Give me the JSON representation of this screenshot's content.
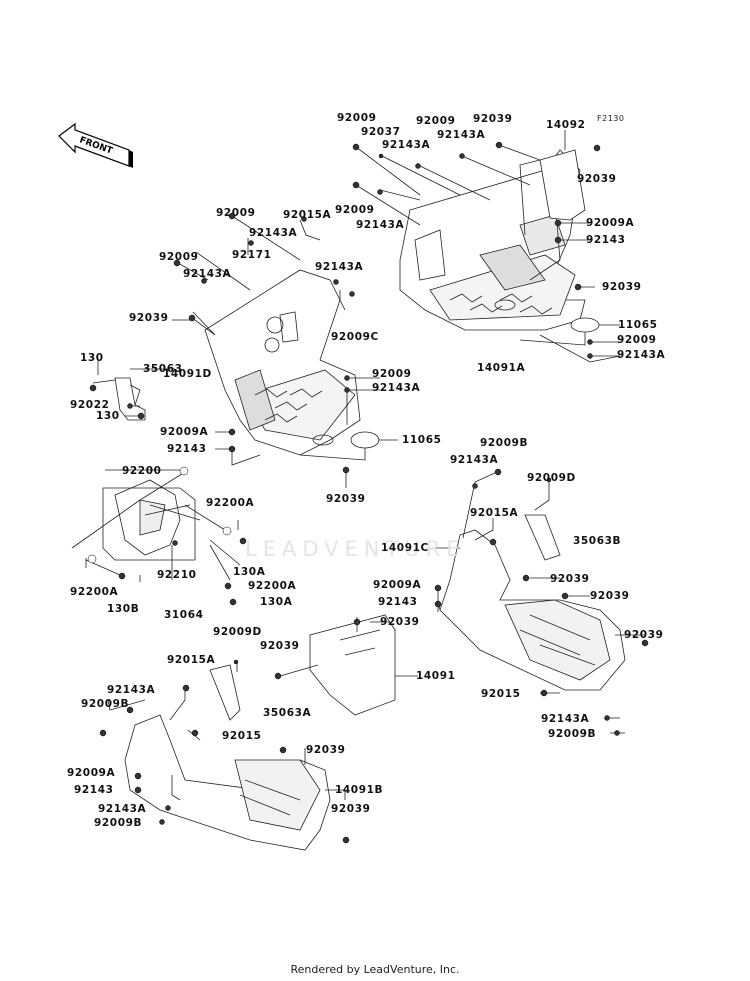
{
  "diagram": {
    "figure_code": "F2130",
    "front_indicator": "FRONT",
    "watermark": "LEADVENTURE",
    "footer": "Rendered by LeadVenture, Inc.",
    "labels": [
      {
        "id": "l1",
        "text": "92009"
      },
      {
        "id": "l2",
        "text": "92037"
      },
      {
        "id": "l3",
        "text": "92143A"
      },
      {
        "id": "l4",
        "text": "92009"
      },
      {
        "id": "l5",
        "text": "92143A"
      },
      {
        "id": "l6",
        "text": "92039"
      },
      {
        "id": "l7",
        "text": "92009"
      },
      {
        "id": "l8",
        "text": "92143A"
      },
      {
        "id": "l9",
        "text": "14092"
      },
      {
        "id": "l10",
        "text": "92039"
      },
      {
        "id": "l11",
        "text": "92009A"
      },
      {
        "id": "l12",
        "text": "92143"
      },
      {
        "id": "l13",
        "text": "92039"
      },
      {
        "id": "l14",
        "text": "11065"
      },
      {
        "id": "l15",
        "text": "92009"
      },
      {
        "id": "l16",
        "text": "92143A"
      },
      {
        "id": "l17",
        "text": "14091A"
      },
      {
        "id": "l18",
        "text": "92009"
      },
      {
        "id": "l19",
        "text": "92015A"
      },
      {
        "id": "l20",
        "text": "92143A"
      },
      {
        "id": "l21",
        "text": "92171"
      },
      {
        "id": "l22",
        "text": "92009"
      },
      {
        "id": "l23",
        "text": "92143A"
      },
      {
        "id": "l24",
        "text": "92143A"
      },
      {
        "id": "l25",
        "text": "92039"
      },
      {
        "id": "l26",
        "text": "92009C"
      },
      {
        "id": "l27",
        "text": "130"
      },
      {
        "id": "l28",
        "text": "35063"
      },
      {
        "id": "l29",
        "text": "14091D"
      },
      {
        "id": "l30",
        "text": "92009"
      },
      {
        "id": "l31",
        "text": "92143A"
      },
      {
        "id": "l32",
        "text": "92022"
      },
      {
        "id": "l33",
        "text": "130"
      },
      {
        "id": "l34",
        "text": "92009A"
      },
      {
        "id": "l35",
        "text": "92143"
      },
      {
        "id": "l36",
        "text": "11065"
      },
      {
        "id": "l37",
        "text": "92039"
      },
      {
        "id": "l38",
        "text": "92200"
      },
      {
        "id": "l39",
        "text": "92200A"
      },
      {
        "id": "l40",
        "text": "130A"
      },
      {
        "id": "l41",
        "text": "92210"
      },
      {
        "id": "l42",
        "text": "92200A"
      },
      {
        "id": "l43",
        "text": "130A"
      },
      {
        "id": "l44",
        "text": "92200A"
      },
      {
        "id": "l45",
        "text": "130B"
      },
      {
        "id": "l46",
        "text": "31064"
      },
      {
        "id": "l47",
        "text": "92009B"
      },
      {
        "id": "l48",
        "text": "92143A"
      },
      {
        "id": "l49",
        "text": "92009D"
      },
      {
        "id": "l50",
        "text": "92015A"
      },
      {
        "id": "l51",
        "text": "35063B"
      },
      {
        "id": "l52",
        "text": "14091C"
      },
      {
        "id": "l53",
        "text": "92009A"
      },
      {
        "id": "l54",
        "text": "92143"
      },
      {
        "id": "l55",
        "text": "92039"
      },
      {
        "id": "l56",
        "text": "92039"
      },
      {
        "id": "l57",
        "text": "92039"
      },
      {
        "id": "l58",
        "text": "92039"
      },
      {
        "id": "l59",
        "text": "14091"
      },
      {
        "id": "l60",
        "text": "92015"
      },
      {
        "id": "l61",
        "text": "92143A"
      },
      {
        "id": "l62",
        "text": "92009B"
      },
      {
        "id": "l63",
        "text": "92009D"
      },
      {
        "id": "l64",
        "text": "92039"
      },
      {
        "id": "l65",
        "text": "92015A"
      },
      {
        "id": "l66",
        "text": "92143A"
      },
      {
        "id": "l67",
        "text": "92009B"
      },
      {
        "id": "l68",
        "text": "35063A"
      },
      {
        "id": "l69",
        "text": "92015"
      },
      {
        "id": "l70",
        "text": "92039"
      },
      {
        "id": "l71",
        "text": "92009A"
      },
      {
        "id": "l72",
        "text": "92143"
      },
      {
        "id": "l73",
        "text": "14091B"
      },
      {
        "id": "l74",
        "text": "92143A"
      },
      {
        "id": "l75",
        "text": "92039"
      },
      {
        "id": "l76",
        "text": "92009B"
      }
    ]
  }
}
